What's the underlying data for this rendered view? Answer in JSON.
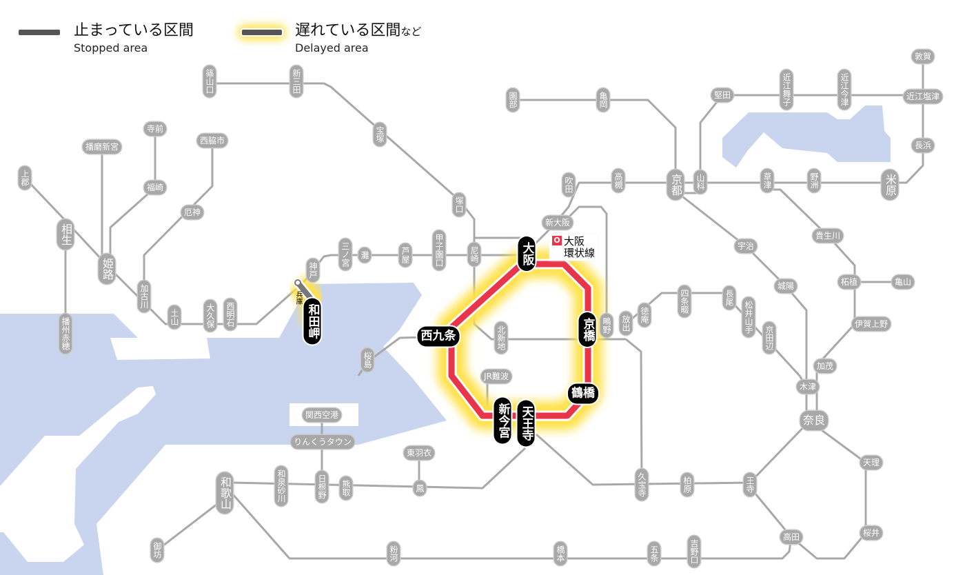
{
  "legend": {
    "stopped_jp": "止まっている区間",
    "stopped_en": "Stopped area",
    "delayed_jp": "遅れている区間",
    "delayed_suffix": "など",
    "delayed_en": "Delayed area"
  },
  "loop_line": {
    "icon_letter": "O",
    "name_line1": "大阪",
    "name_line2": "環状線",
    "status": "delayed"
  },
  "colors": {
    "loop": "#e8354a",
    "delay_glow": "#ffe14a",
    "stopped": "#777777",
    "track": "#a8a8a8",
    "water": "#c9d5ef"
  },
  "stations": {
    "sasayamaguchi": "篠山口",
    "shinsanda": "新三田",
    "takarazuka": "宝塚",
    "sonobe": "園部",
    "kameoka": "亀岡",
    "teramae": "寺前",
    "harimashingu": "播磨新宮",
    "nishiwakishi": "西脇市",
    "kamigori": "上郡",
    "fukusaki": "福崎",
    "yakujin": "厄神",
    "aioi": "相生",
    "himeji": "姫路",
    "kakogawa": "加古川",
    "tsuchiyama": "土山",
    "okubo": "大久保",
    "nishiakashi": "西明石",
    "banshuako": "播州赤穂",
    "kobe": "神戸",
    "hyogo": "兵庫",
    "wadamisaki": "和田岬",
    "sannomiya": "三ノ宮",
    "nada": "灘",
    "ashiya": "芦屋",
    "koshienguchi": "甲子園口",
    "tsukaguchi": "塚口",
    "amagasaki": "尼崎",
    "osaka": "大阪",
    "shinosaka": "新大阪",
    "suita": "吹田",
    "takatsuki": "高槻",
    "nishikujo": "西九条",
    "sakurajima": "桜島",
    "kitashinchi": "北新地",
    "kyobashi": "京橋",
    "shigino": "鴫野",
    "hanaten": "放出",
    "tokuan": "徳庵",
    "shijonawate": "四条畷",
    "nagao": "長尾",
    "matsuiyamate": "松井山手",
    "kyotanabe": "京田辺",
    "jrnamba": "JR難波",
    "tsuruhashi": "鶴橋",
    "shinimamiya": "新今宮",
    "tennoji": "天王寺",
    "kyoto": "京都",
    "yamashina": "山科",
    "katata": "堅田",
    "omimaiko": "近江舞子",
    "omiimazu": "近江今津",
    "tsuruga": "敦賀",
    "omishiotsu": "近江塩津",
    "nagahama": "長浜",
    "maibara": "米原",
    "kusatsu": "草津",
    "yasu": "野洲",
    "uji": "宇治",
    "kibukawa": "貴生川",
    "joyo": "城陽",
    "tsuge": "柘植",
    "kameyama": "亀山",
    "igaueno": "伊賀上野",
    "kamo": "加茂",
    "kizu": "木津",
    "nara": "奈良",
    "tenri": "天理",
    "sakurai": "桜井",
    "oji": "王寺",
    "kashiwara": "柏原",
    "kyuhoji": "久宝寺",
    "takada": "高田",
    "yoshinoguchi": "吉野口",
    "gojo": "五条",
    "hashimoto": "橋本",
    "kokawa": "粉河",
    "kansaiairport": "関西空港",
    "rinkutown": "りんくうタウン",
    "higashihagoromo": "東羽衣",
    "otori": "鳳",
    "kumatori": "熊取",
    "hineno": "日根野",
    "izumisunagawa": "和泉砂川",
    "wakayama": "和歌山",
    "gobo": "御坊"
  }
}
